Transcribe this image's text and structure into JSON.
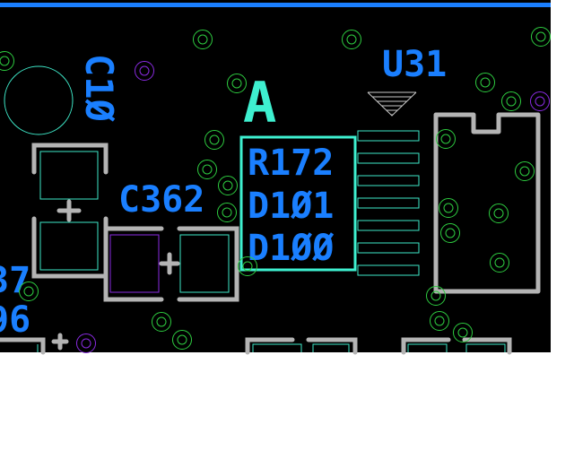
{
  "viewer": {
    "background": "#000000",
    "colors": {
      "refdes": "#1a7fff",
      "outline": "#b4b4b4",
      "pad": "#3ee8c8",
      "via": "#2ecc40",
      "via_alt": "#8a2be2",
      "highlight": "#3ef0d0",
      "border": "#1a7fff"
    }
  },
  "labels": {
    "c10": "C1Ø",
    "c362": "C362",
    "u31": "U31",
    "a": "A",
    "r172": "R172",
    "d101": "D1Ø1",
    "d100": "D1ØØ",
    "partial_top": "37",
    "partial_bottom": "96"
  }
}
